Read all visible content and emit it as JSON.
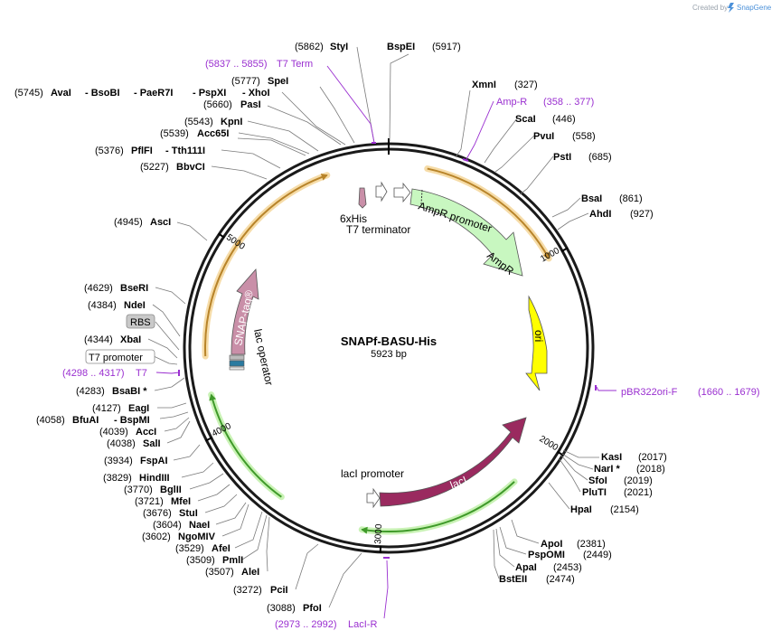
{
  "credit": {
    "text": "Created by",
    "brand": "SnapGene"
  },
  "plasmid": {
    "name": "SNAPf-BASU-His",
    "size_label": "5923 bp",
    "length": 5923
  },
  "ticks": [
    {
      "pos": 1000,
      "label": "1000"
    },
    {
      "pos": 2000,
      "label": "2000"
    },
    {
      "pos": 3000,
      "label": "3000"
    },
    {
      "pos": 4000,
      "label": "4000"
    },
    {
      "pos": 5000,
      "label": "5000"
    }
  ],
  "enzymes_right": [
    {
      "name": "XmnI",
      "pos": "(327)"
    },
    {
      "name": "ScaI",
      "pos": "(446)"
    },
    {
      "name": "PvuI",
      "pos": "(558)"
    },
    {
      "name": "PstI",
      "pos": "(685)"
    },
    {
      "name": "BsaI",
      "pos": "(861)"
    },
    {
      "name": "AhdI",
      "pos": "(927)"
    },
    {
      "name": "KasI",
      "pos": "(2017)"
    },
    {
      "name": "NarI *",
      "pos": "(2018)"
    },
    {
      "name": "SfoI",
      "pos": "(2019)"
    },
    {
      "name": "PluTI",
      "pos": "(2021)"
    },
    {
      "name": "HpaI",
      "pos": "(2154)"
    },
    {
      "name": "ApoI",
      "pos": "(2381)"
    },
    {
      "name": "PspOMI",
      "pos": "(2449)"
    },
    {
      "name": "ApaI",
      "pos": "(2453)"
    },
    {
      "name": "BstEII",
      "pos": "(2474)"
    }
  ],
  "enzymes_left": [
    {
      "name": "StyI",
      "pos": "(5862)"
    },
    {
      "name": "BspEI",
      "pos": "(5917)"
    },
    {
      "name": "SpeI",
      "pos": "(5777)"
    },
    {
      "name": "PasI",
      "pos": "(5660)"
    },
    {
      "name": "KpnI",
      "pos": "(5543)"
    },
    {
      "name": "Acc65I",
      "pos": "(5539)"
    },
    {
      "name": "BbvCI",
      "pos": "(5227)"
    },
    {
      "name": "AscI",
      "pos": "(4945)"
    },
    {
      "name": "BseRI",
      "pos": "(4629)"
    },
    {
      "name": "NdeI",
      "pos": "(4384)"
    },
    {
      "name": "XbaI",
      "pos": "(4344)"
    },
    {
      "name": "BsaBI *",
      "pos": "(4283)"
    },
    {
      "name": "EagI",
      "pos": "(4127)"
    },
    {
      "name": "AccI",
      "pos": "(4039)"
    },
    {
      "name": "SalI",
      "pos": "(4038)"
    },
    {
      "name": "FspAI",
      "pos": "(3934)"
    },
    {
      "name": "HindIII",
      "pos": "(3829)"
    },
    {
      "name": "BglII",
      "pos": "(3770)"
    },
    {
      "name": "MfeI",
      "pos": "(3721)"
    },
    {
      "name": "StuI",
      "pos": "(3676)"
    },
    {
      "name": "NaeI",
      "pos": "(3604)"
    },
    {
      "name": "NgoMIV",
      "pos": "(3602)"
    },
    {
      "name": "AfeI",
      "pos": "(3529)"
    },
    {
      "name": "PmlI",
      "pos": "(3509)"
    },
    {
      "name": "AleI",
      "pos": "(3507)"
    },
    {
      "name": "PciI",
      "pos": "(3272)"
    },
    {
      "name": "PfoI",
      "pos": "(3088)"
    }
  ],
  "multi_enzymes": {
    "ava_line": {
      "pos": "(5745)",
      "names": [
        "AvaI",
        "- BsoBI",
        "- PaeR7I",
        "- PspXI",
        "- XhoI"
      ]
    },
    "pfl_line": {
      "pos": "(5376)",
      "names": [
        "PflFI",
        "- Tth111I"
      ]
    },
    "bfu_line": {
      "pos": "(4058)",
      "names": [
        "BfuAI",
        "- BspMI"
      ]
    }
  },
  "primers": {
    "t7term": {
      "range": "(5837 .. 5855)",
      "name": "T7 Term"
    },
    "ampr": {
      "name": "Amp-R",
      "range": "(358 .. 377)"
    },
    "pbr": {
      "name": "pBR322ori-F",
      "range": "(1660 .. 1679)"
    },
    "laci_r": {
      "range": "(2973 .. 2992)",
      "name": "LacI-R"
    },
    "t7": {
      "range": "(4298 .. 4317)",
      "name": "T7"
    }
  },
  "boxed_labels": {
    "rbs": "RBS",
    "t7promoter": "T7 promoter"
  },
  "features": {
    "his": "6xHis",
    "t7term": "T7 terminator",
    "amp_promoter": "AmpR promoter",
    "ampr": "AmpR",
    "ori": "ori",
    "laci": "lacI",
    "laci_promoter": "lacI promoter",
    "snap": "SNAP-tag®",
    "lac_operator": "lac operator"
  },
  "colors": {
    "backbone": "#1a1a1a",
    "orf_arc": "#b8842a",
    "orf_glow": "#f6dca8",
    "green_arc": "#3f9a2a",
    "green_glow": "#c9f2b5",
    "ampr": "#c8f7c0",
    "ori": "#ffff00",
    "laci": "#9a2a5f",
    "snap": "#c98fa8",
    "primer": "#9a2fd0"
  }
}
